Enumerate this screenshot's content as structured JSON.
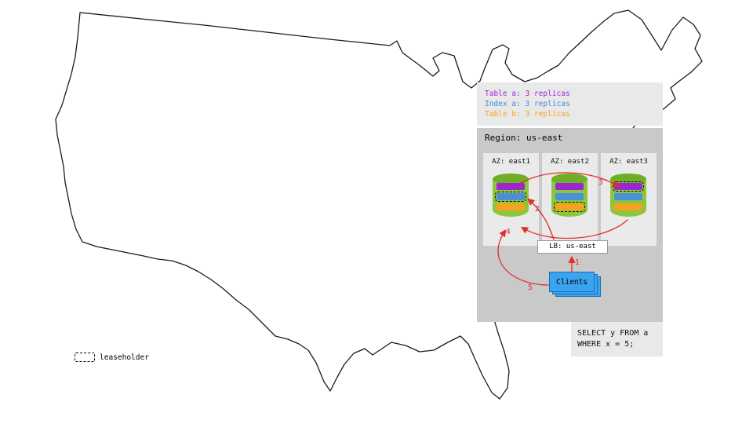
{
  "legend": {
    "items": [
      {
        "label": "Table a: 3 replicas",
        "color": "#9c27cf"
      },
      {
        "label": "Index a: 3 replicas",
        "color": "#3f8fdb"
      },
      {
        "label": "Table b: 3 replicas",
        "color": "#f5a31e"
      }
    ]
  },
  "region": {
    "title": "Region: us-east",
    "azs": [
      {
        "label": "AZ: east1"
      },
      {
        "label": "AZ: east2"
      },
      {
        "label": "AZ: east3"
      }
    ],
    "lb_label": "LB: us-east"
  },
  "clients_label": "Clients",
  "sql": {
    "line1": "SELECT y FROM a",
    "line2": "WHERE x = 5;"
  },
  "flow_labels": [
    "1",
    "2",
    "3",
    "4",
    "5"
  ],
  "leaseholder_legend": "leaseholder",
  "colors": {
    "table_a": "#9c27cf",
    "index_a": "#4a90d9",
    "table_b": "#f5a31e",
    "cylinder_body": "#8cc63e",
    "cylinder_top": "#6fae27",
    "arrow": "#e12d26",
    "clients_fill": "#3ba4ee",
    "clients_border": "#1a6fb0"
  }
}
